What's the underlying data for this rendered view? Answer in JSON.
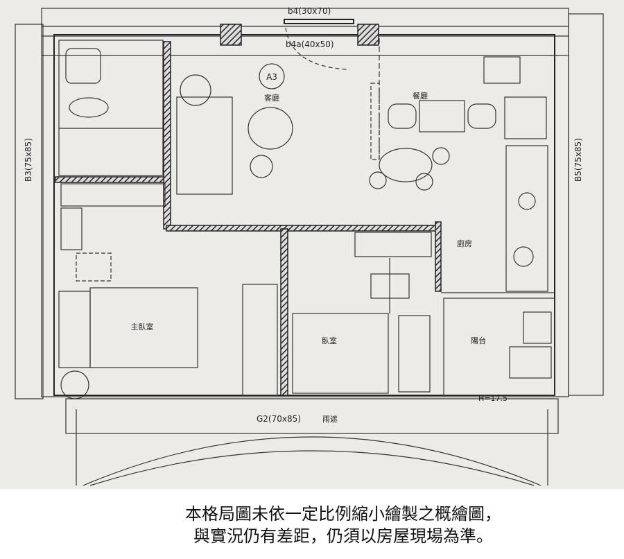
{
  "plan": {
    "unit_code": "A3",
    "rooms": {
      "living": "客廳",
      "dining": "餐廳",
      "kitchen": "廚房",
      "master_bedroom": "主臥室",
      "bedroom": "臥室",
      "balcony": "陽台",
      "canopy": "雨遮"
    },
    "dimensions": {
      "b4": "b4(30x70)",
      "b4a": "b4a(40x50)",
      "b3": "B3(75x85)",
      "b5": "B5(75x85)",
      "g2": "G2(70x85)",
      "sill": "H=17.5"
    }
  },
  "caption": {
    "line1": "本格局圖未依一定比例縮小繪製之概繪圖，",
    "line2": "與實況仍有差距，仍須以房屋現場為準。"
  }
}
